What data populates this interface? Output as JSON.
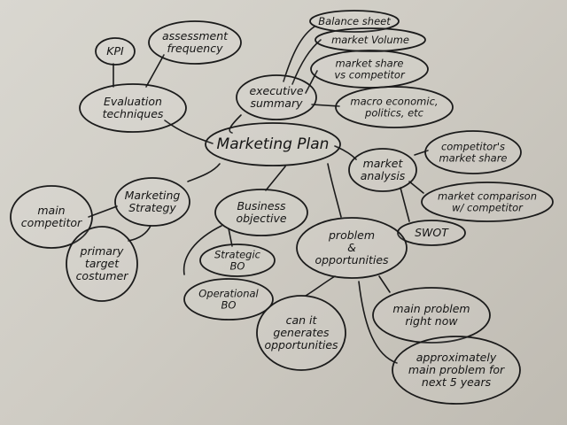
{
  "mindmap": {
    "center": {
      "lines": [
        "Marketing Plan"
      ]
    },
    "nodes": {
      "kpi": {
        "lines": [
          "KPI"
        ]
      },
      "assessment_frequency": {
        "lines": [
          "assessment",
          "frequency"
        ]
      },
      "evaluation_techniques": {
        "lines": [
          "Evaluation",
          "techniques"
        ]
      },
      "executive_summary": {
        "lines": [
          "executive",
          "summary"
        ]
      },
      "balance_sheet": {
        "lines": [
          "Balance sheet"
        ]
      },
      "market_volume": {
        "lines": [
          "market Volume"
        ]
      },
      "market_share_vs_competitor": {
        "lines": [
          "market share",
          "vs competitor"
        ]
      },
      "macro_economic": {
        "lines": [
          "macro economic,",
          "politics, etc"
        ]
      },
      "market_analysis": {
        "lines": [
          "market",
          "analysis"
        ]
      },
      "competitors_market_share": {
        "lines": [
          "competitor's",
          "market share"
        ]
      },
      "market_comparison": {
        "lines": [
          "market comparison",
          "w/ competitor"
        ]
      },
      "swot": {
        "lines": [
          "SWOT"
        ]
      },
      "marketing_strategy": {
        "lines": [
          "Marketing",
          "Strategy"
        ]
      },
      "main_competitor": {
        "lines": [
          "main",
          "competitor"
        ]
      },
      "primary_target_costumer": {
        "lines": [
          "primary",
          "target",
          "costumer"
        ]
      },
      "business_objective": {
        "lines": [
          "Business",
          "objective"
        ]
      },
      "strategic_bo": {
        "lines": [
          "Strategic",
          "BO"
        ]
      },
      "operational_bo": {
        "lines": [
          "Operational",
          "BO"
        ]
      },
      "problem_opportunities": {
        "lines": [
          "problem",
          "&",
          "opportunities"
        ]
      },
      "can_it_generates": {
        "lines": [
          "can it",
          "generates",
          "opportunities"
        ]
      },
      "main_problem_now": {
        "lines": [
          "main problem",
          "right now"
        ]
      },
      "approx_main_problem": {
        "lines": [
          "approximately",
          "main problem for",
          "next 5 years"
        ]
      }
    }
  }
}
